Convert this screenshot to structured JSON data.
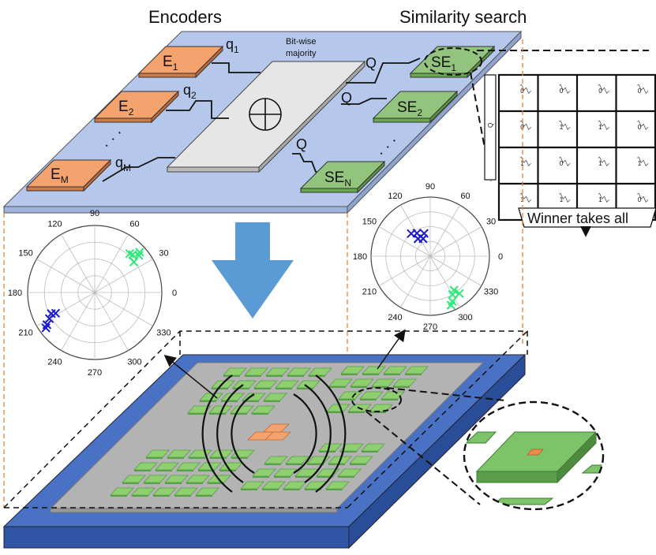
{
  "titles": {
    "encoders": "Encoders",
    "similarity": "Similarity search"
  },
  "encoders": [
    {
      "label": "E",
      "sub": "1",
      "q": "q",
      "qsub": "1"
    },
    {
      "label": "E",
      "sub": "2",
      "q": "q",
      "qsub": "2"
    },
    {
      "label": "E",
      "sub": "M",
      "q": "q",
      "qsub": "M"
    }
  ],
  "majority": {
    "line1": "Bit-wise",
    "line2": "majority"
  },
  "search_engines": [
    {
      "label": "SE",
      "sub": "1",
      "q": "Q"
    },
    {
      "label": "SE",
      "sub": "2",
      "q": "Q"
    },
    {
      "label": "SE",
      "sub": "N",
      "q": "Q"
    }
  ],
  "dots": "· · ·",
  "crossbar": {
    "side_label": "Q",
    "wta": "Winner takes all",
    "cells": [
      [
        "0",
        "0",
        "0",
        "0"
      ],
      [
        "0",
        "1",
        "1",
        "0"
      ],
      [
        "1",
        "0",
        "1",
        "1"
      ],
      [
        "1",
        "1",
        "1",
        "0"
      ]
    ]
  },
  "polar_left": {
    "angles": [
      "90",
      "60",
      "30",
      "0",
      "330",
      "300",
      "270",
      "240",
      "210",
      "180",
      "150",
      "120"
    ],
    "cluster_a": {
      "color": "#2ee87a",
      "angle_deg": [
        45,
        40,
        48,
        42,
        38
      ],
      "radius": [
        0.8,
        0.86,
        0.78,
        0.9,
        0.74
      ]
    },
    "cluster_b": {
      "color": "#1a1acc",
      "angle_deg": [
        210,
        214,
        206,
        216,
        208
      ],
      "radius": [
        0.78,
        0.86,
        0.72,
        0.9,
        0.66
      ]
    }
  },
  "polar_right": {
    "angles": [
      "90",
      "60",
      "30",
      "0",
      "330",
      "300",
      "270",
      "240",
      "210",
      "180",
      "150",
      "120"
    ],
    "cluster_a": {
      "color": "#1a1acc",
      "angle_deg": [
        120,
        112,
        130,
        105,
        125
      ],
      "radius": [
        0.45,
        0.32,
        0.5,
        0.4,
        0.36
      ]
    },
    "cluster_b": {
      "color": "#2ee87a",
      "angle_deg": [
        300,
        296,
        305,
        293,
        308
      ],
      "radius": [
        0.75,
        0.85,
        0.7,
        0.9,
        0.8
      ]
    }
  }
}
